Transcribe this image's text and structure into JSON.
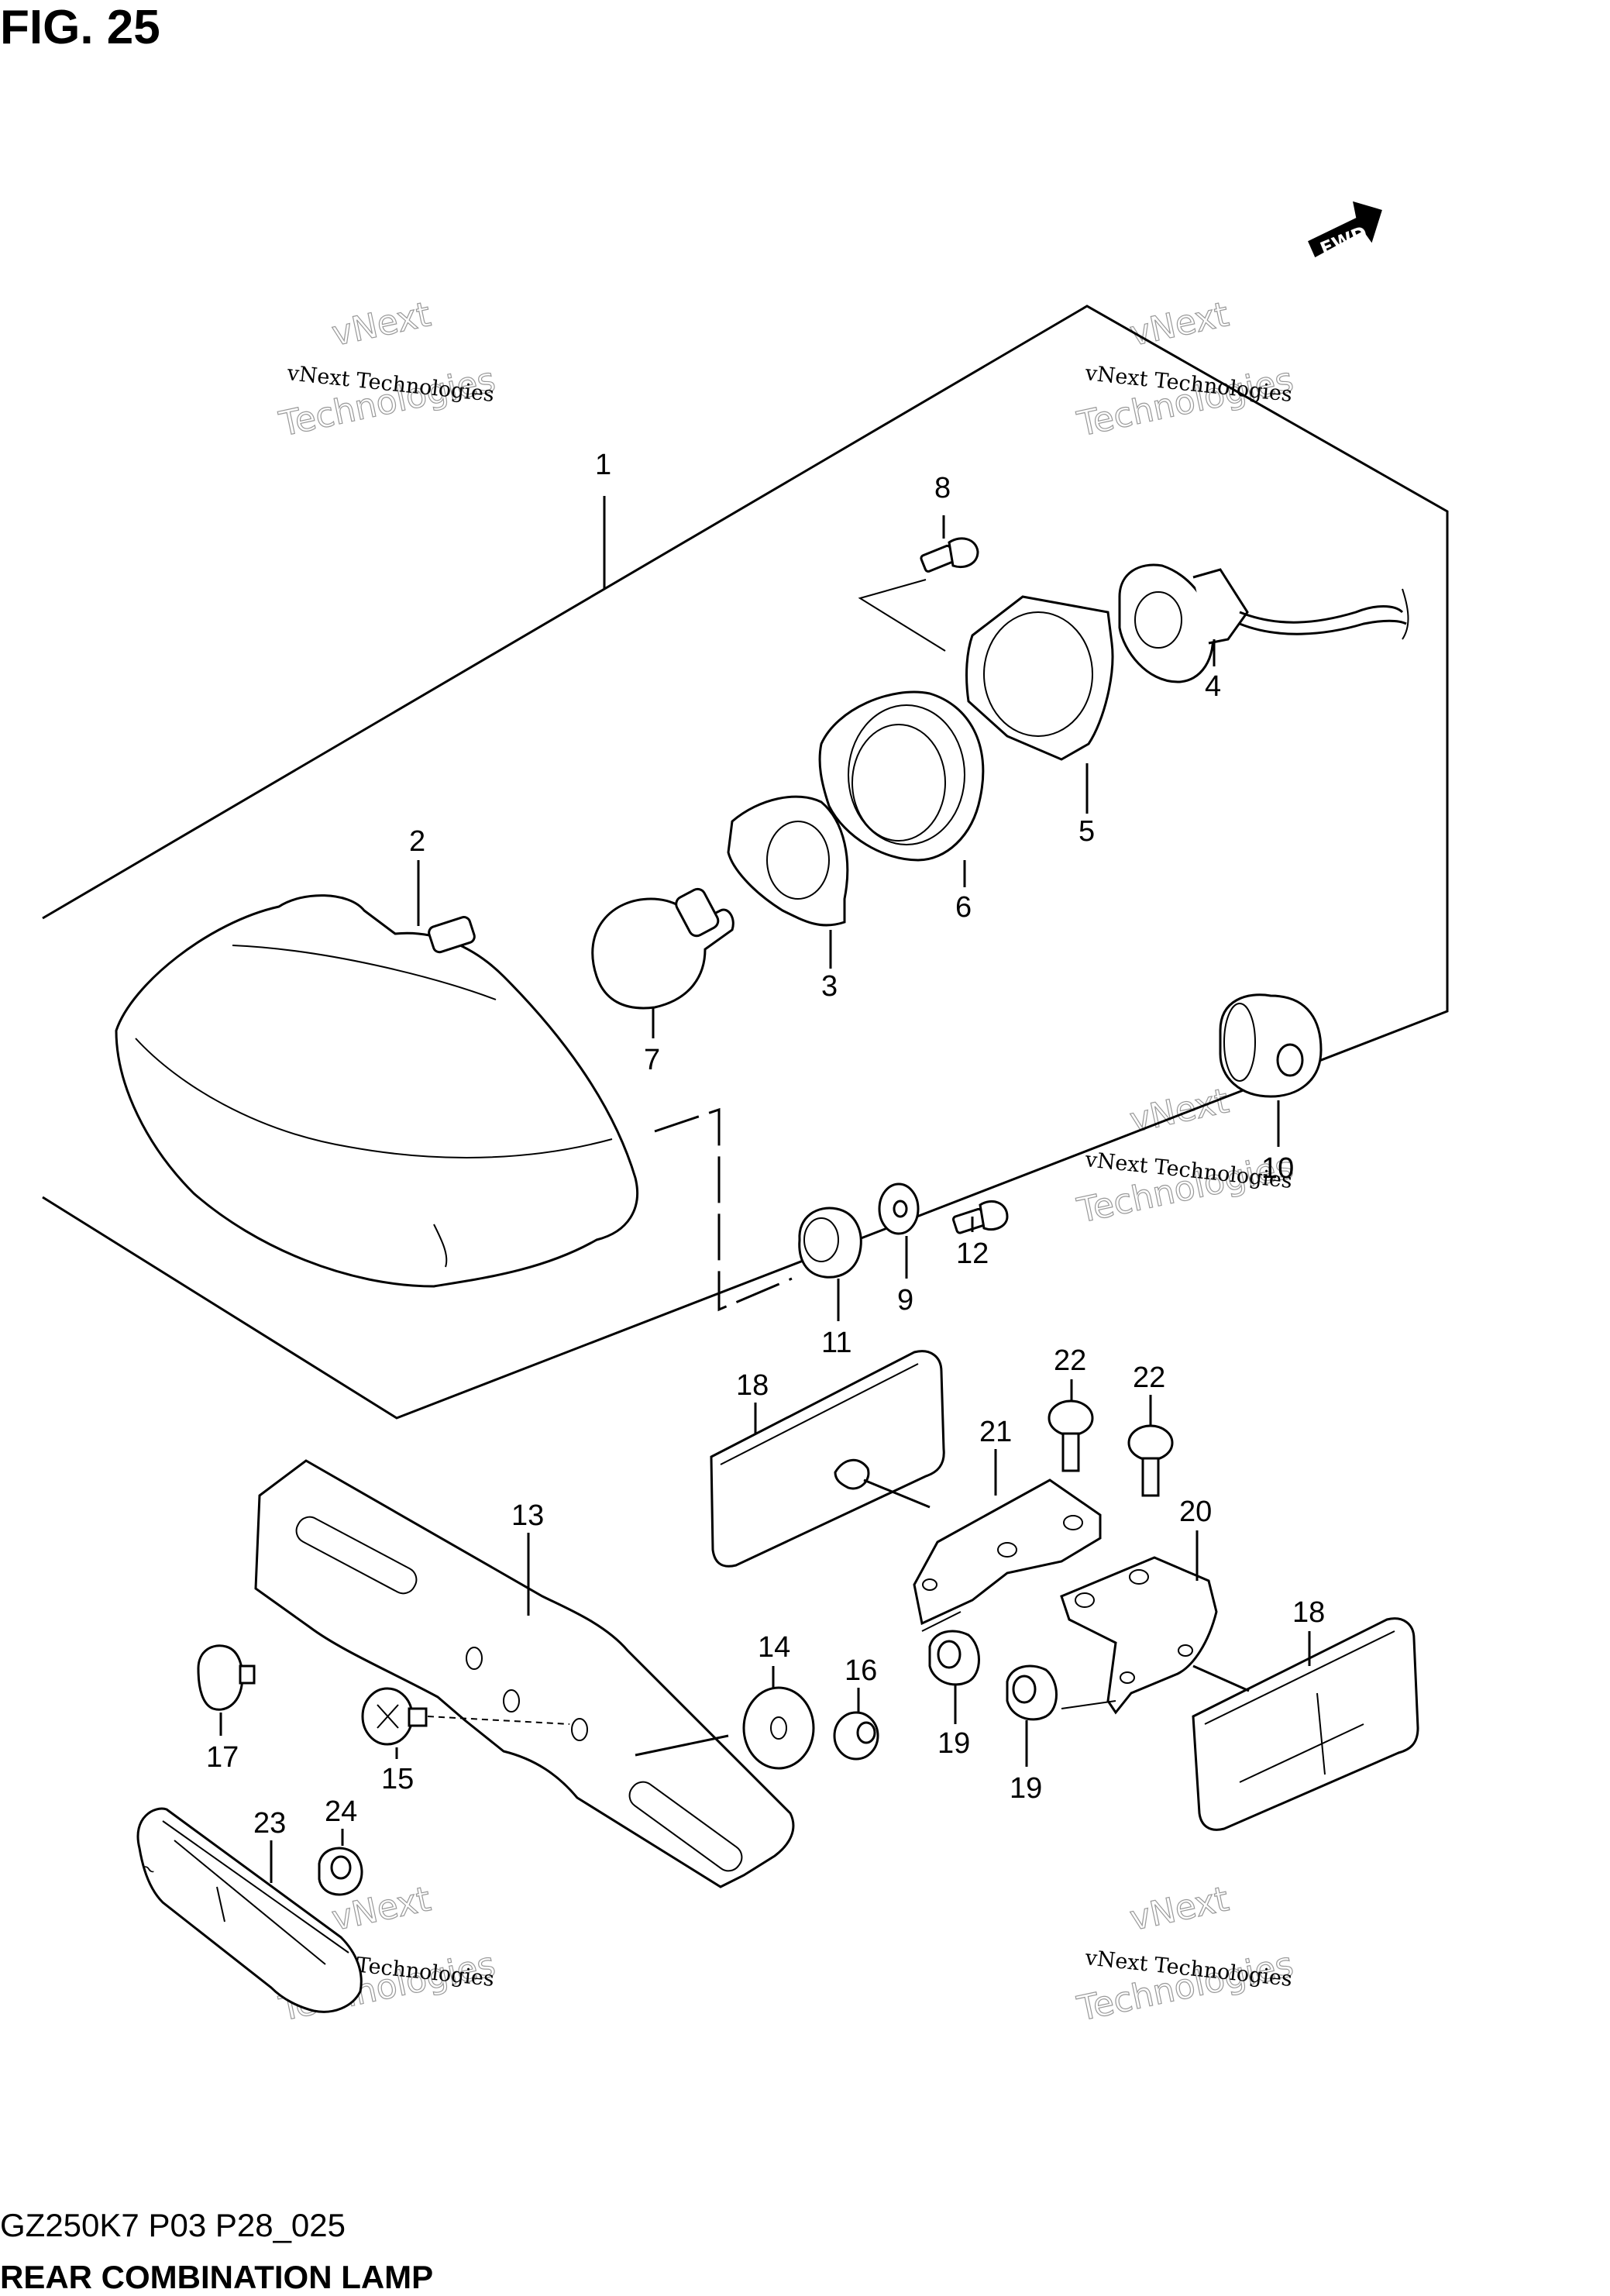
{
  "figure_title": "FIG. 25",
  "fwd_label": "FWD",
  "watermark": {
    "line1": "vNext Technologies",
    "line2": "vNext",
    "line3": "Technologies"
  },
  "footer": {
    "code": "GZ250K7 P03 P28_025",
    "title": "REAR COMBINATION LAMP"
  },
  "callouts": [
    "1",
    "2",
    "3",
    "4",
    "5",
    "6",
    "7",
    "8",
    "9",
    "10",
    "11",
    "12",
    "13",
    "14",
    "15",
    "16",
    "17",
    "18",
    "18",
    "19",
    "19",
    "20",
    "21",
    "22",
    "22",
    "23",
    "24"
  ]
}
